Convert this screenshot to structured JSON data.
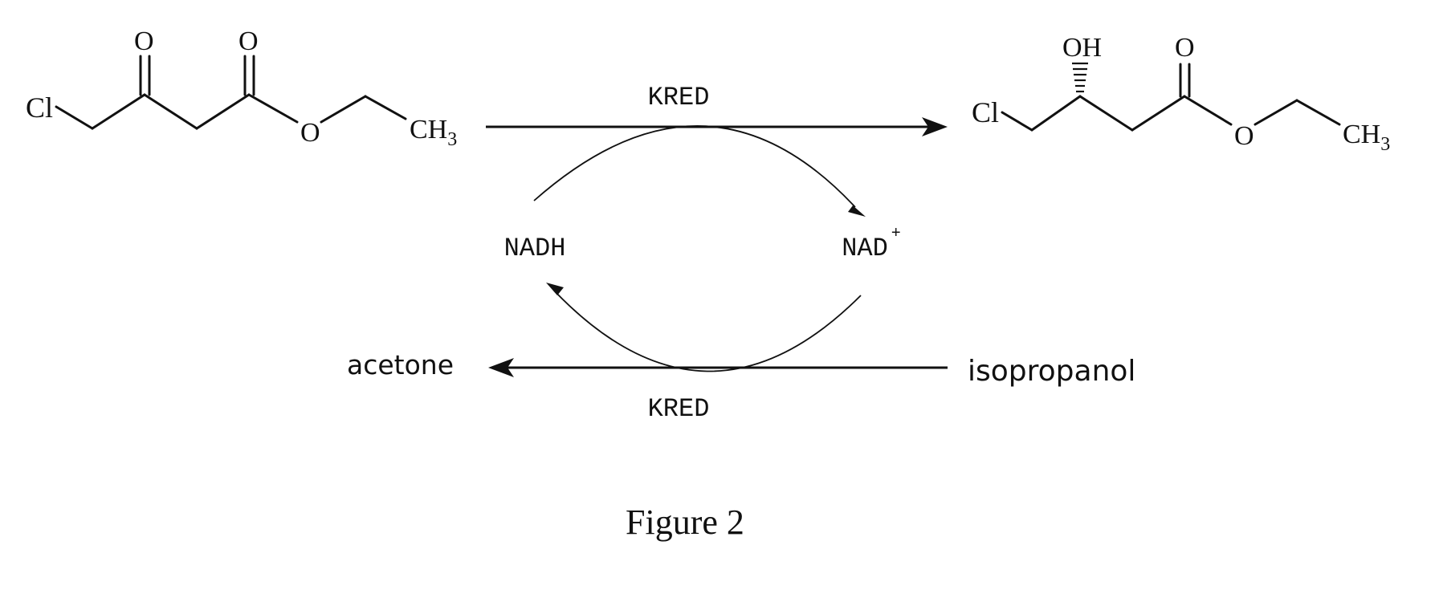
{
  "reactant": {
    "atom_cl": "Cl",
    "atom_o_ketone": "O",
    "atom_o_ester_carbonyl": "O",
    "atom_o_ester": "O",
    "terminal_ch": "CH",
    "terminal_sub": "3"
  },
  "product": {
    "atom_cl": "Cl",
    "atom_oh": "OH",
    "atom_o_ester_carbonyl": "O",
    "atom_o_ester": "O",
    "terminal_ch": "CH",
    "terminal_sub": "3"
  },
  "enzyme_top": "KRED",
  "enzyme_bottom": "KRED",
  "cofactor_left": "NADH",
  "cofactor_right": "NAD",
  "cofactor_right_sup": "+",
  "cosubstrate": "isopropanol",
  "coproduct": "acetone",
  "caption": "Figure 2"
}
